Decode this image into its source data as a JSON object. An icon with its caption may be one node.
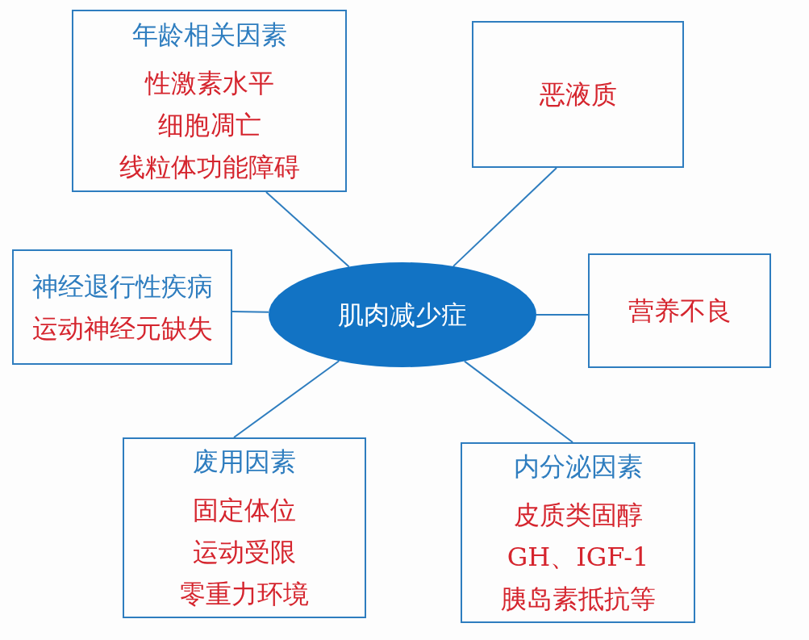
{
  "diagram": {
    "nodes": [
      {
        "text": [
          "肌肉减少症"
        ]
      },
      {
        "text": [
          "年龄相关因素",
          "性激素水平",
          "细胞凋亡",
          "线粒体功能障碍"
        ]
      },
      {
        "text": [
          "恶液质"
        ]
      },
      {
        "text": [
          "神经退行性疾病",
          "运动神经元缺失"
        ]
      },
      {
        "text": [
          "营养不良"
        ]
      },
      {
        "text": [
          "废用因素",
          "固定体位",
          "运动受限",
          "零重力环境"
        ]
      },
      {
        "text": [
          "内分泌因素",
          "皮质类固醇",
          "GH、IGF-1",
          "胰岛素抵抗等"
        ]
      }
    ],
    "edges": [
      {
        "from": 0,
        "to": 1,
        "arrow": "none"
      },
      {
        "from": 0,
        "to": 2,
        "arrow": "none"
      },
      {
        "from": 0,
        "to": 3,
        "arrow": "none"
      },
      {
        "from": 0,
        "to": 4,
        "arrow": "none"
      },
      {
        "from": 0,
        "to": 5,
        "arrow": "none"
      },
      {
        "from": 0,
        "to": 6,
        "arrow": "none"
      }
    ]
  }
}
